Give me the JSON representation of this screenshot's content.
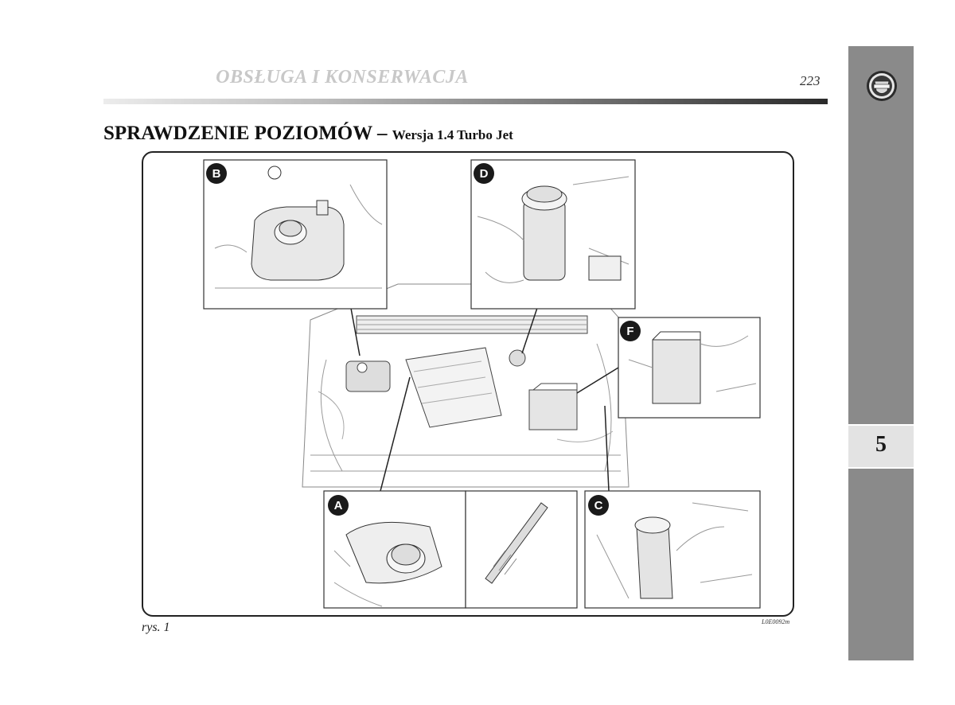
{
  "header": {
    "title": "OBSŁUGA I KONSERWACJA",
    "page_number": "223"
  },
  "side_tab": {
    "chapter": "5",
    "logo_text": "LANCIA"
  },
  "section": {
    "title_main": "SPRAWDZENIE POZIOMÓW – ",
    "title_sub": "Wersja 1.4 Turbo Jet"
  },
  "figure": {
    "callouts": [
      "B",
      "D",
      "F",
      "A",
      "C"
    ],
    "caption": "rys. 1",
    "code": "L0E0092m"
  }
}
